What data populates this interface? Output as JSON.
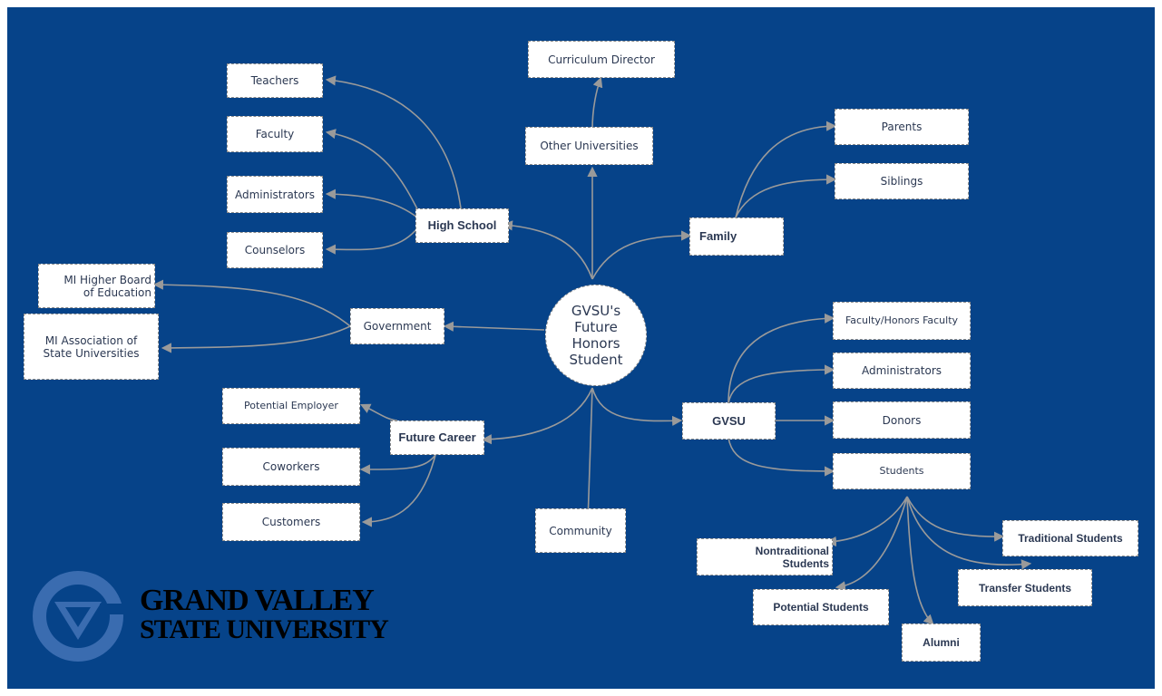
{
  "diagram": {
    "center": "GVSU's\nFuture\nHonors\nStudent",
    "nodes": {
      "curriculum_director": "Curriculum  Director",
      "other_universities": "Other Universities",
      "teachers": "Teachers",
      "faculty": "Faculty",
      "administrators_hs": "Administrators",
      "counselors": "Counselors",
      "high_school": "High School",
      "family": "Family",
      "parents": "Parents",
      "siblings": "Siblings",
      "mi_higher_board": "MI Higher Board\nof Education",
      "mi_association": "MI Association of\nState Universities",
      "government": "Government",
      "faculty_honors": "Faculty/Honors Faculty",
      "administrators_gvsu": "Administrators",
      "donors": "Donors",
      "students": "Students",
      "gvsu": "GVSU",
      "potential_employer": "Potential Employer",
      "coworkers": "Coworkers",
      "customers": "Customers",
      "future_career": "Future Career",
      "community": "Community",
      "nontraditional_students": "Nontraditional\nStudents",
      "traditional_students": "Traditional Students",
      "transfer_students": "Transfer Students",
      "potential_students": "Potential Students",
      "alumni": "Alumni"
    }
  },
  "logo": {
    "line1": "GRAND VALLEY",
    "line2": "STATE UNIVERSITY"
  },
  "colors": {
    "background": "#064389",
    "connector": "#9a9a9a",
    "node_fill": "#ffffff",
    "node_text": "#2b3852",
    "logo_mark": "#3a6cb0"
  }
}
